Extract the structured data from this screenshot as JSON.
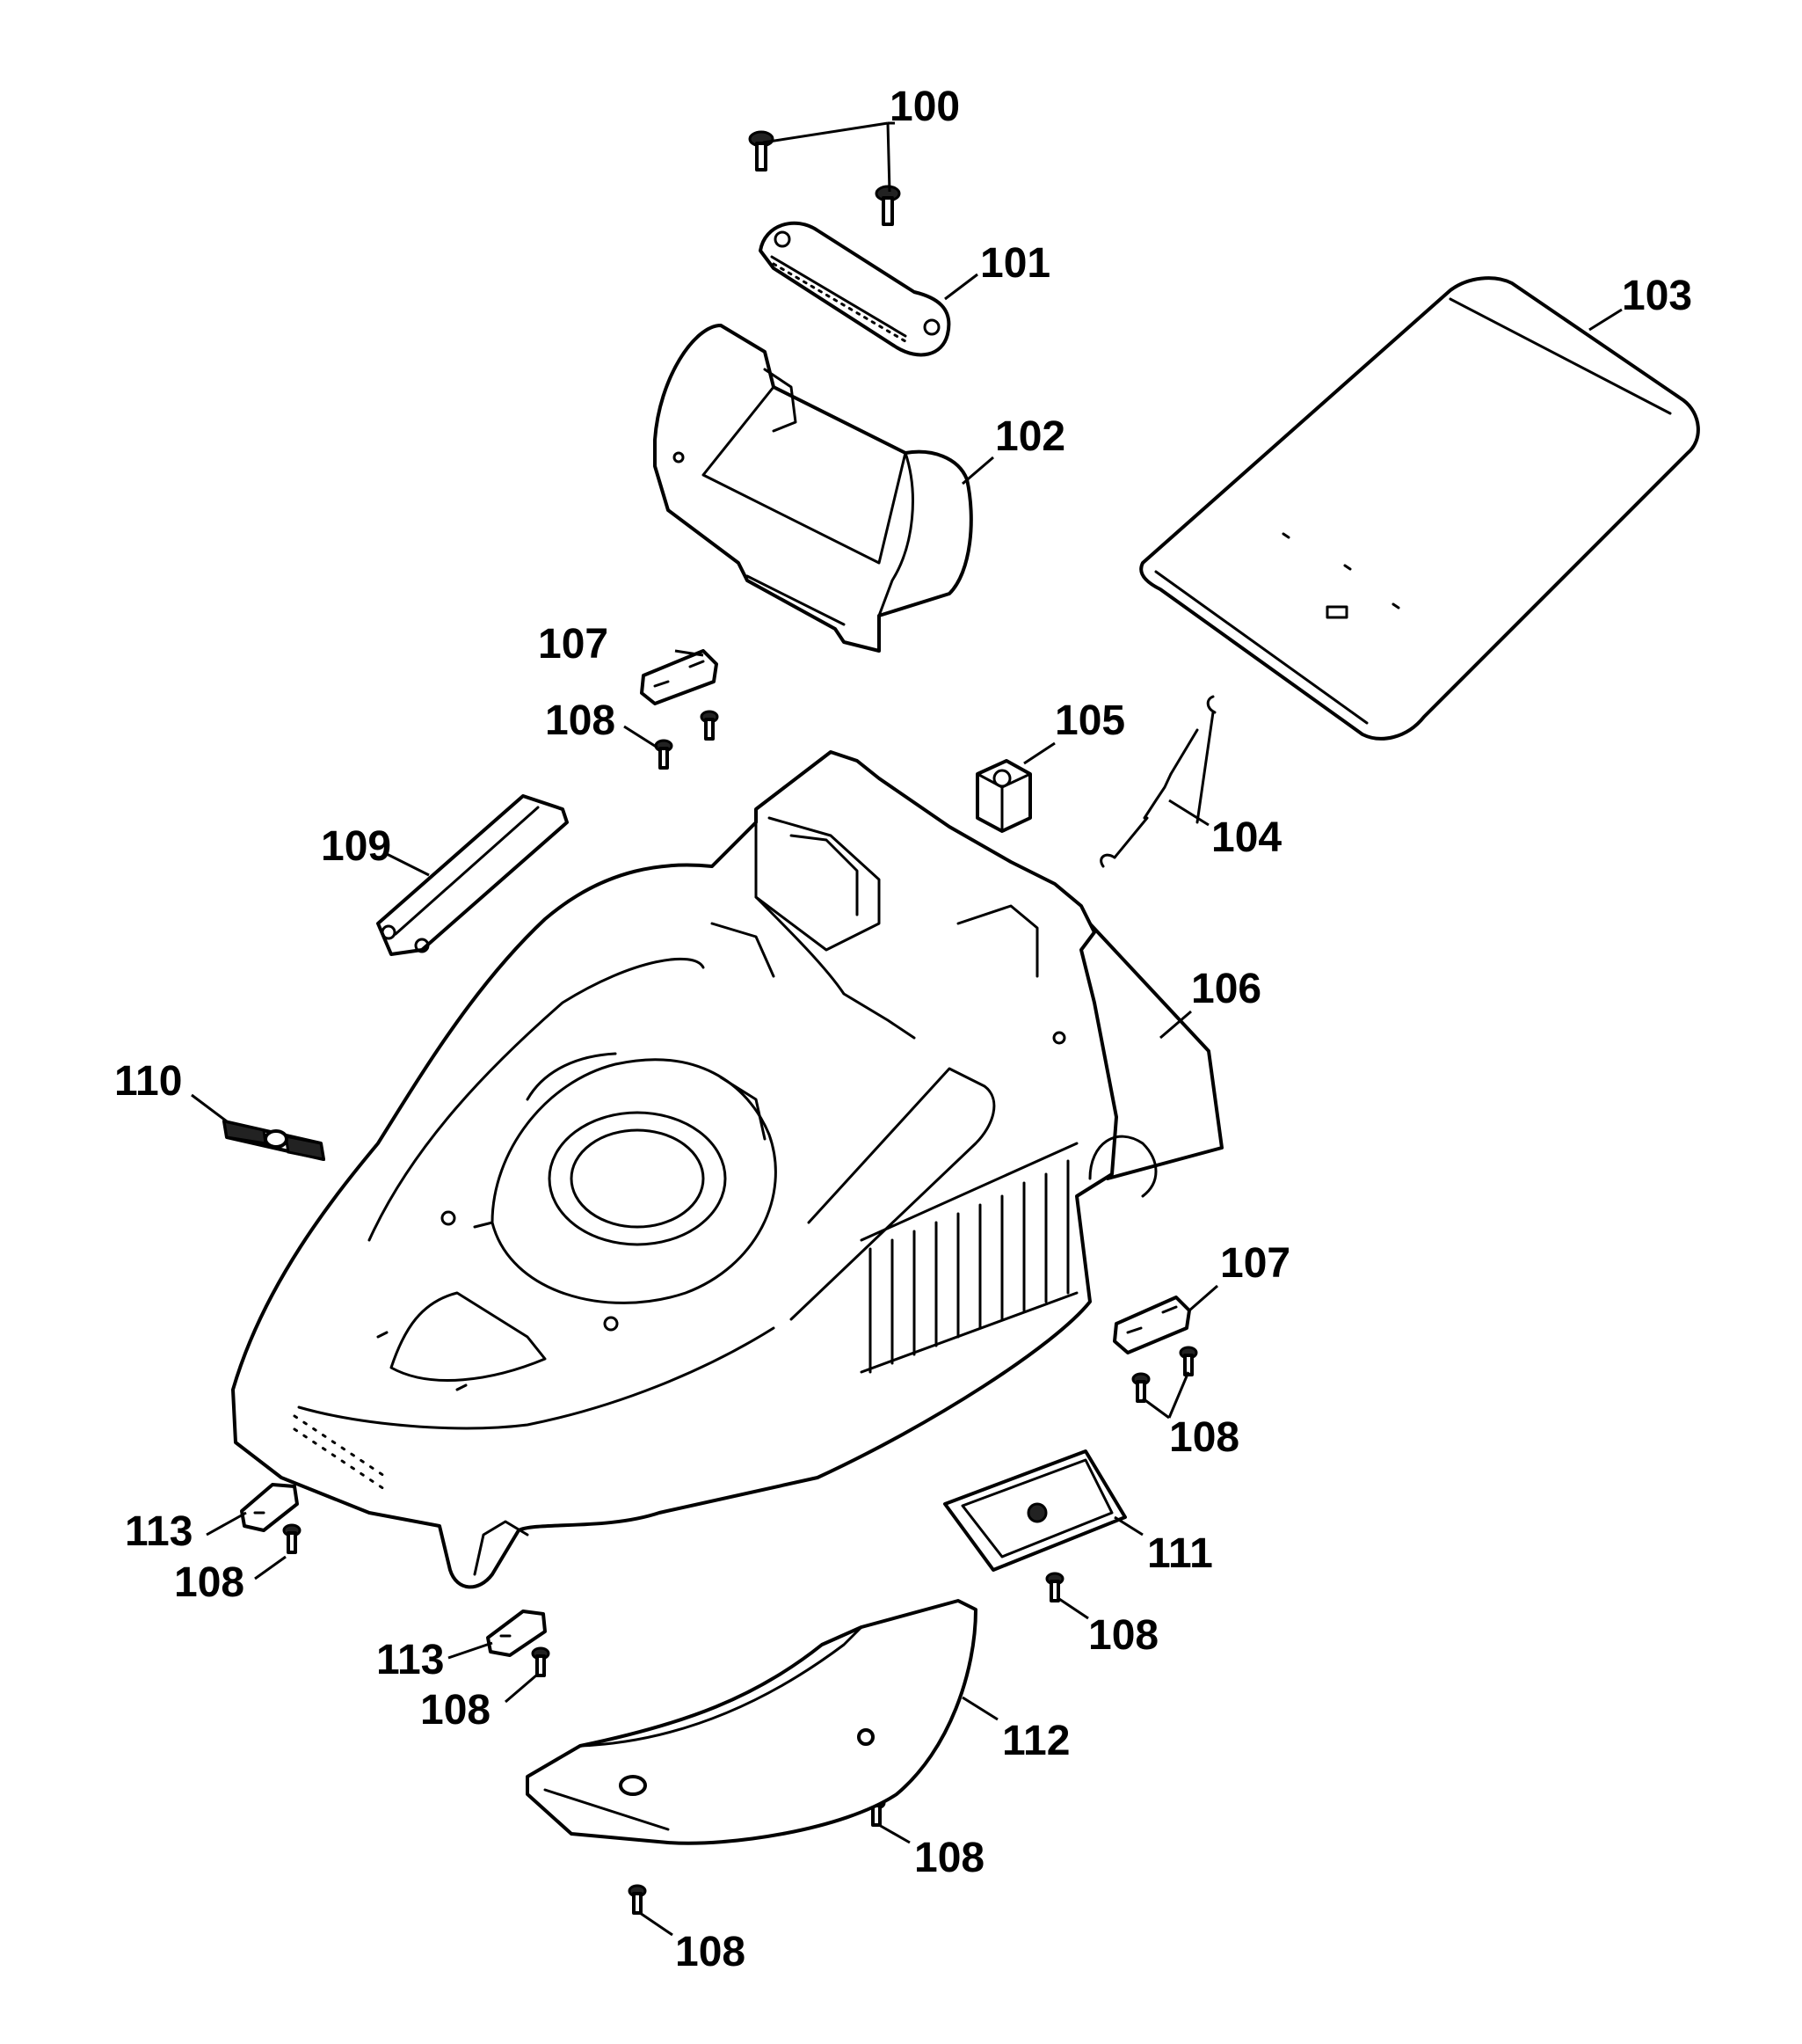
{
  "diagram": {
    "callouts": {
      "c100": "100",
      "c101": "101",
      "c102": "102",
      "c103": "103",
      "c104": "104",
      "c105": "105",
      "c106": "106",
      "c107a": "107",
      "c107b": "107",
      "c108a": "108",
      "c108b": "108",
      "c108c": "108",
      "c108d": "108",
      "c108e": "108",
      "c108f": "108",
      "c108g": "108",
      "c109": "109",
      "c110": "110",
      "c111": "111",
      "c112": "112",
      "c113a": "113",
      "c113b": "113"
    }
  }
}
